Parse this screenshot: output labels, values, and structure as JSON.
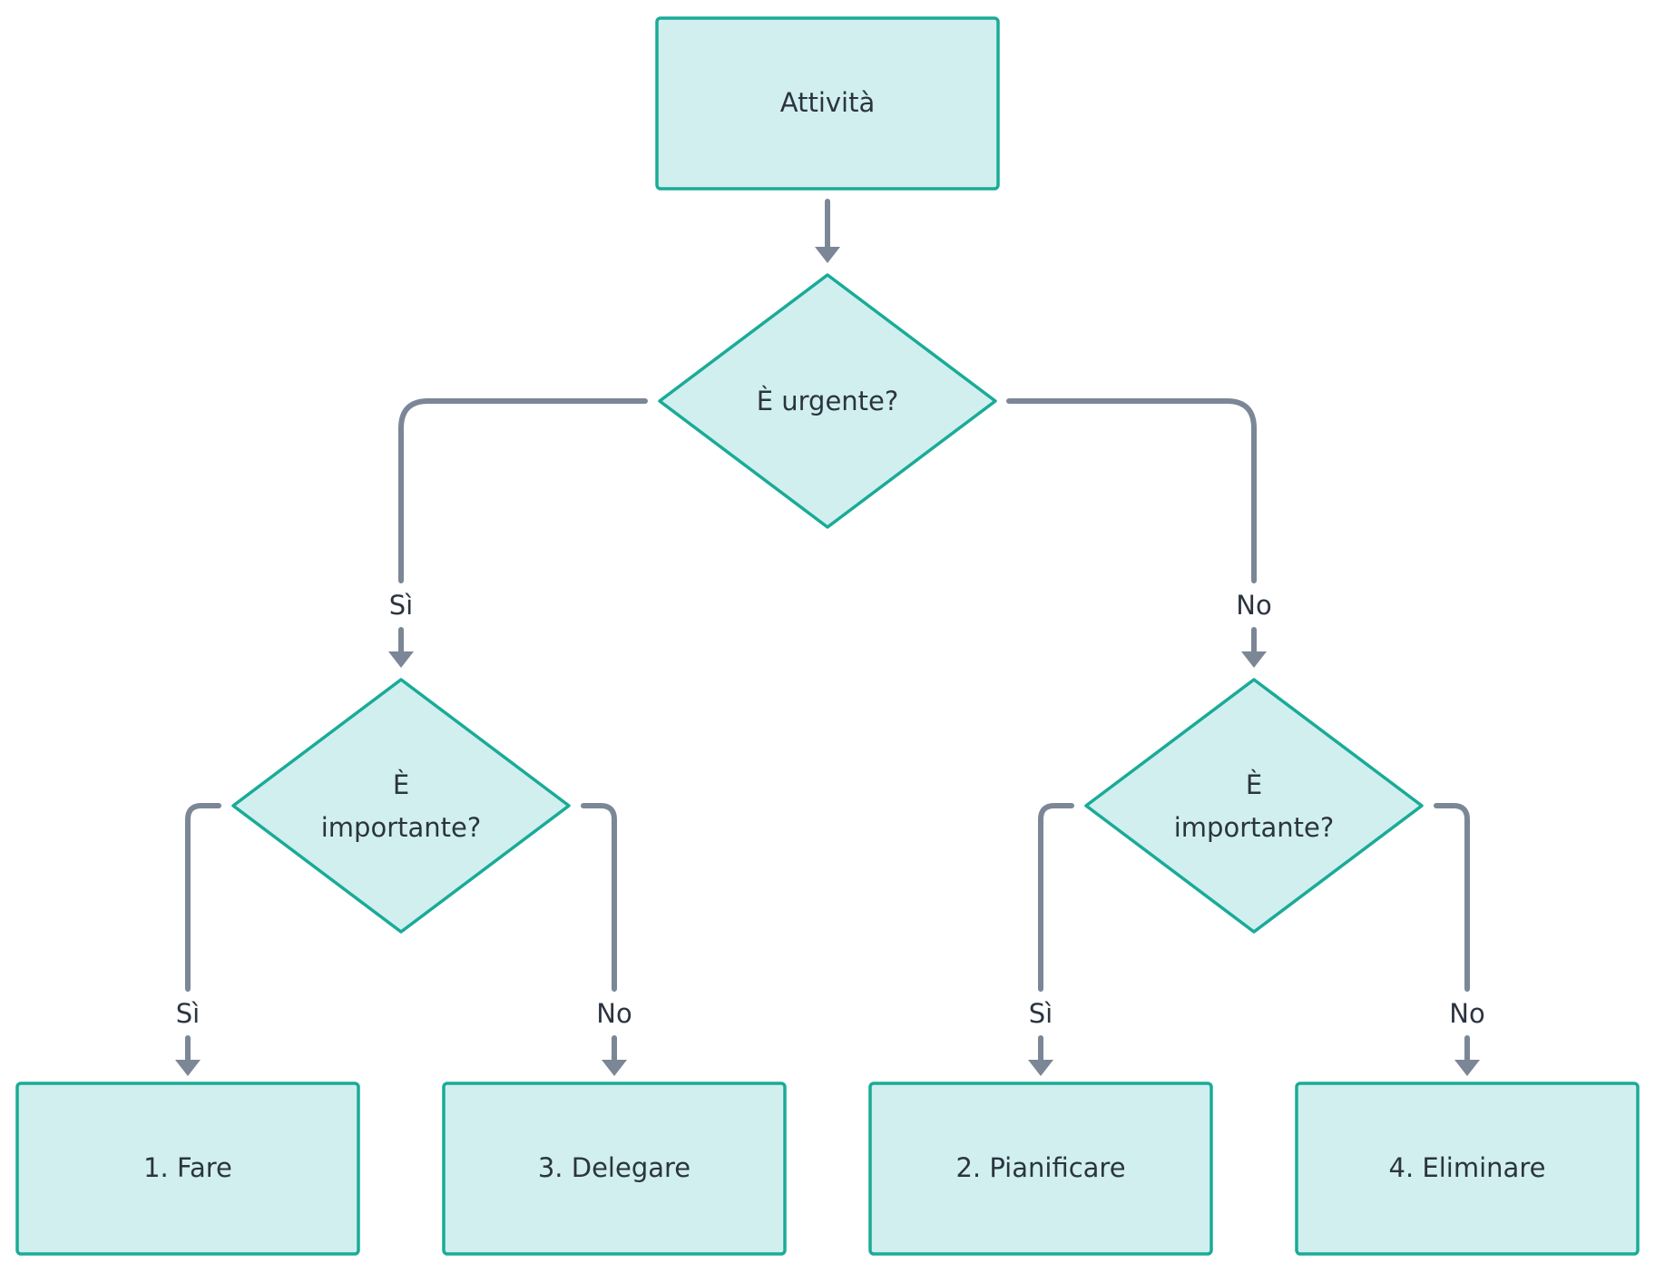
{
  "colors": {
    "node_fill": "#d1efee",
    "node_stroke": "#1aab97",
    "edge": "#7b8796",
    "text": "#2b3440"
  },
  "nodes": {
    "start": {
      "label": "Attività"
    },
    "urgent": {
      "label": "È urgente?"
    },
    "important_left": {
      "line1": "È",
      "line2": "importante?"
    },
    "important_right": {
      "line1": "È",
      "line2": "importante?"
    },
    "do": {
      "label": "1. Fare"
    },
    "delegate": {
      "label": "3. Delegare"
    },
    "plan": {
      "label": "2. Pianificare"
    },
    "eliminate": {
      "label": "4. Eliminare"
    }
  },
  "edges": {
    "urgent_yes": "Sì",
    "urgent_no": "No",
    "left_yes": "Sì",
    "left_no": "No",
    "right_yes": "Sì",
    "right_no": "No"
  }
}
